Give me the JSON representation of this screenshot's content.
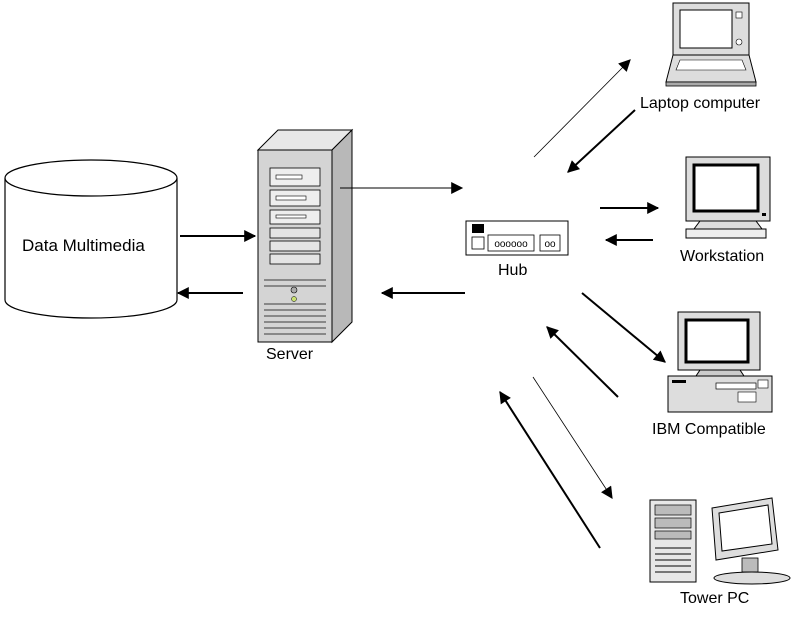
{
  "nodes": {
    "database": {
      "label": "Data Multimedia"
    },
    "server": {
      "label": "Server"
    },
    "hub": {
      "label": "Hub",
      "port_text": "oooooo",
      "port_text_small": "oo"
    },
    "laptop": {
      "label": "Laptop computer"
    },
    "workstation": {
      "label": "Workstation"
    },
    "ibm": {
      "label": "IBM Compatible"
    },
    "tower": {
      "label": "Tower PC"
    }
  },
  "colors": {
    "stroke": "#000000",
    "device_gray": "#d9d9d9",
    "device_dark": "#b0b0b0",
    "screen": "#ffffff",
    "led": "#c8e070"
  }
}
